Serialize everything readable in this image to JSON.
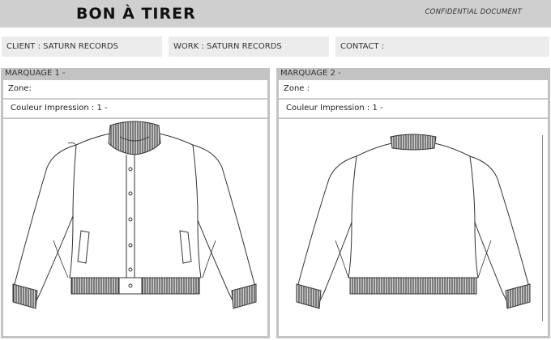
{
  "header": {
    "title": "BON À TIRER",
    "confidential": "CONFIDENTIAL DOCUMENT"
  },
  "info": {
    "client": "CLIENT : SATURN RECORDS",
    "work": "WORK : SATURN RECORDS",
    "contact": "CONTACT :"
  },
  "panels": [
    {
      "title": "MARQUAGE 1 -",
      "zone": "Zone:",
      "couleur": "Couleur Impression : 1 -",
      "view": "jacket-front"
    },
    {
      "title": "MARQUAGE 2 -",
      "zone": "Zone :",
      "couleur": "Couleur Impression : 1 -",
      "view": "jacket-back"
    }
  ],
  "colors": {
    "header_bg": "#cfcfcf",
    "panel_border": "#c3c3c3",
    "field_bg": "#ececec",
    "rib": "#555555"
  }
}
